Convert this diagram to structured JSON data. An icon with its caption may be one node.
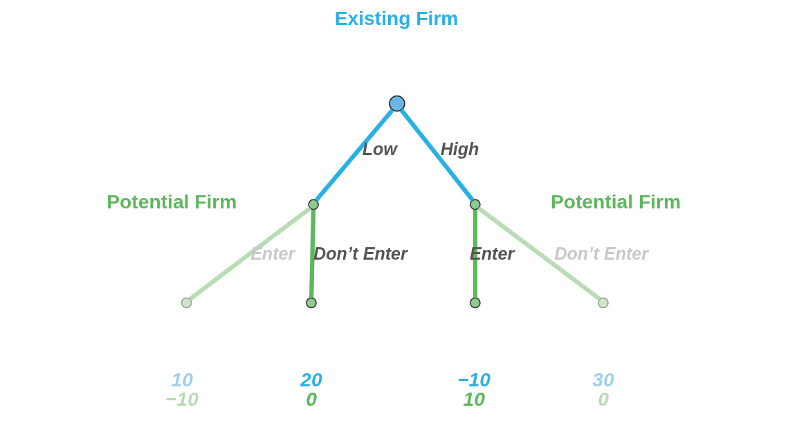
{
  "diagram": {
    "nodes": [
      {
        "text": [],
        "shape": "circle",
        "beside": [
          "Existing Firm"
        ]
      },
      {
        "text": [],
        "shape": "circle",
        "beside": [
          "Potential Firm"
        ]
      },
      {
        "text": [],
        "shape": "circle",
        "beside": [
          "Potential Firm"
        ]
      },
      {
        "text": [],
        "shape": "circle",
        "beside": [
          "10",
          "−10"
        ]
      },
      {
        "text": [],
        "shape": "circle",
        "beside": [
          "20",
          "0"
        ]
      },
      {
        "text": [],
        "shape": "circle",
        "beside": [
          "−10",
          "10"
        ]
      },
      {
        "text": [],
        "shape": "circle",
        "beside": [
          "30",
          "0"
        ]
      }
    ],
    "edges": [
      {
        "from": 0,
        "to": 1,
        "arrow": "none",
        "label": "Low",
        "color": "#29b1e5"
      },
      {
        "from": 0,
        "to": 2,
        "arrow": "none",
        "label": "High",
        "color": "#29b1e5"
      },
      {
        "from": 1,
        "to": 3,
        "arrow": "none",
        "label": "Enter",
        "color": "#b9dcb6"
      },
      {
        "from": 1,
        "to": 4,
        "arrow": "none",
        "label": "Don’t Enter",
        "color": "#5cb85c"
      },
      {
        "from": 2,
        "to": 5,
        "arrow": "none",
        "label": "Enter",
        "color": "#5cb85c"
      },
      {
        "from": 2,
        "to": 6,
        "arrow": "none",
        "label": "Don’t Enter",
        "color": "#b9dcb6"
      }
    ]
  }
}
